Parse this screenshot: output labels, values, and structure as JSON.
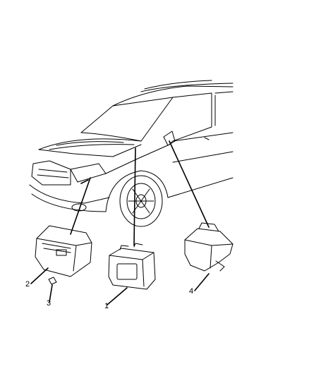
{
  "diagram": {
    "callouts": [
      {
        "id": "1",
        "label": "1"
      },
      {
        "id": "2",
        "label": "2"
      },
      {
        "id": "3",
        "label": "3"
      },
      {
        "id": "4",
        "label": "4"
      }
    ],
    "line_color": "#000000",
    "background": "#ffffff"
  }
}
